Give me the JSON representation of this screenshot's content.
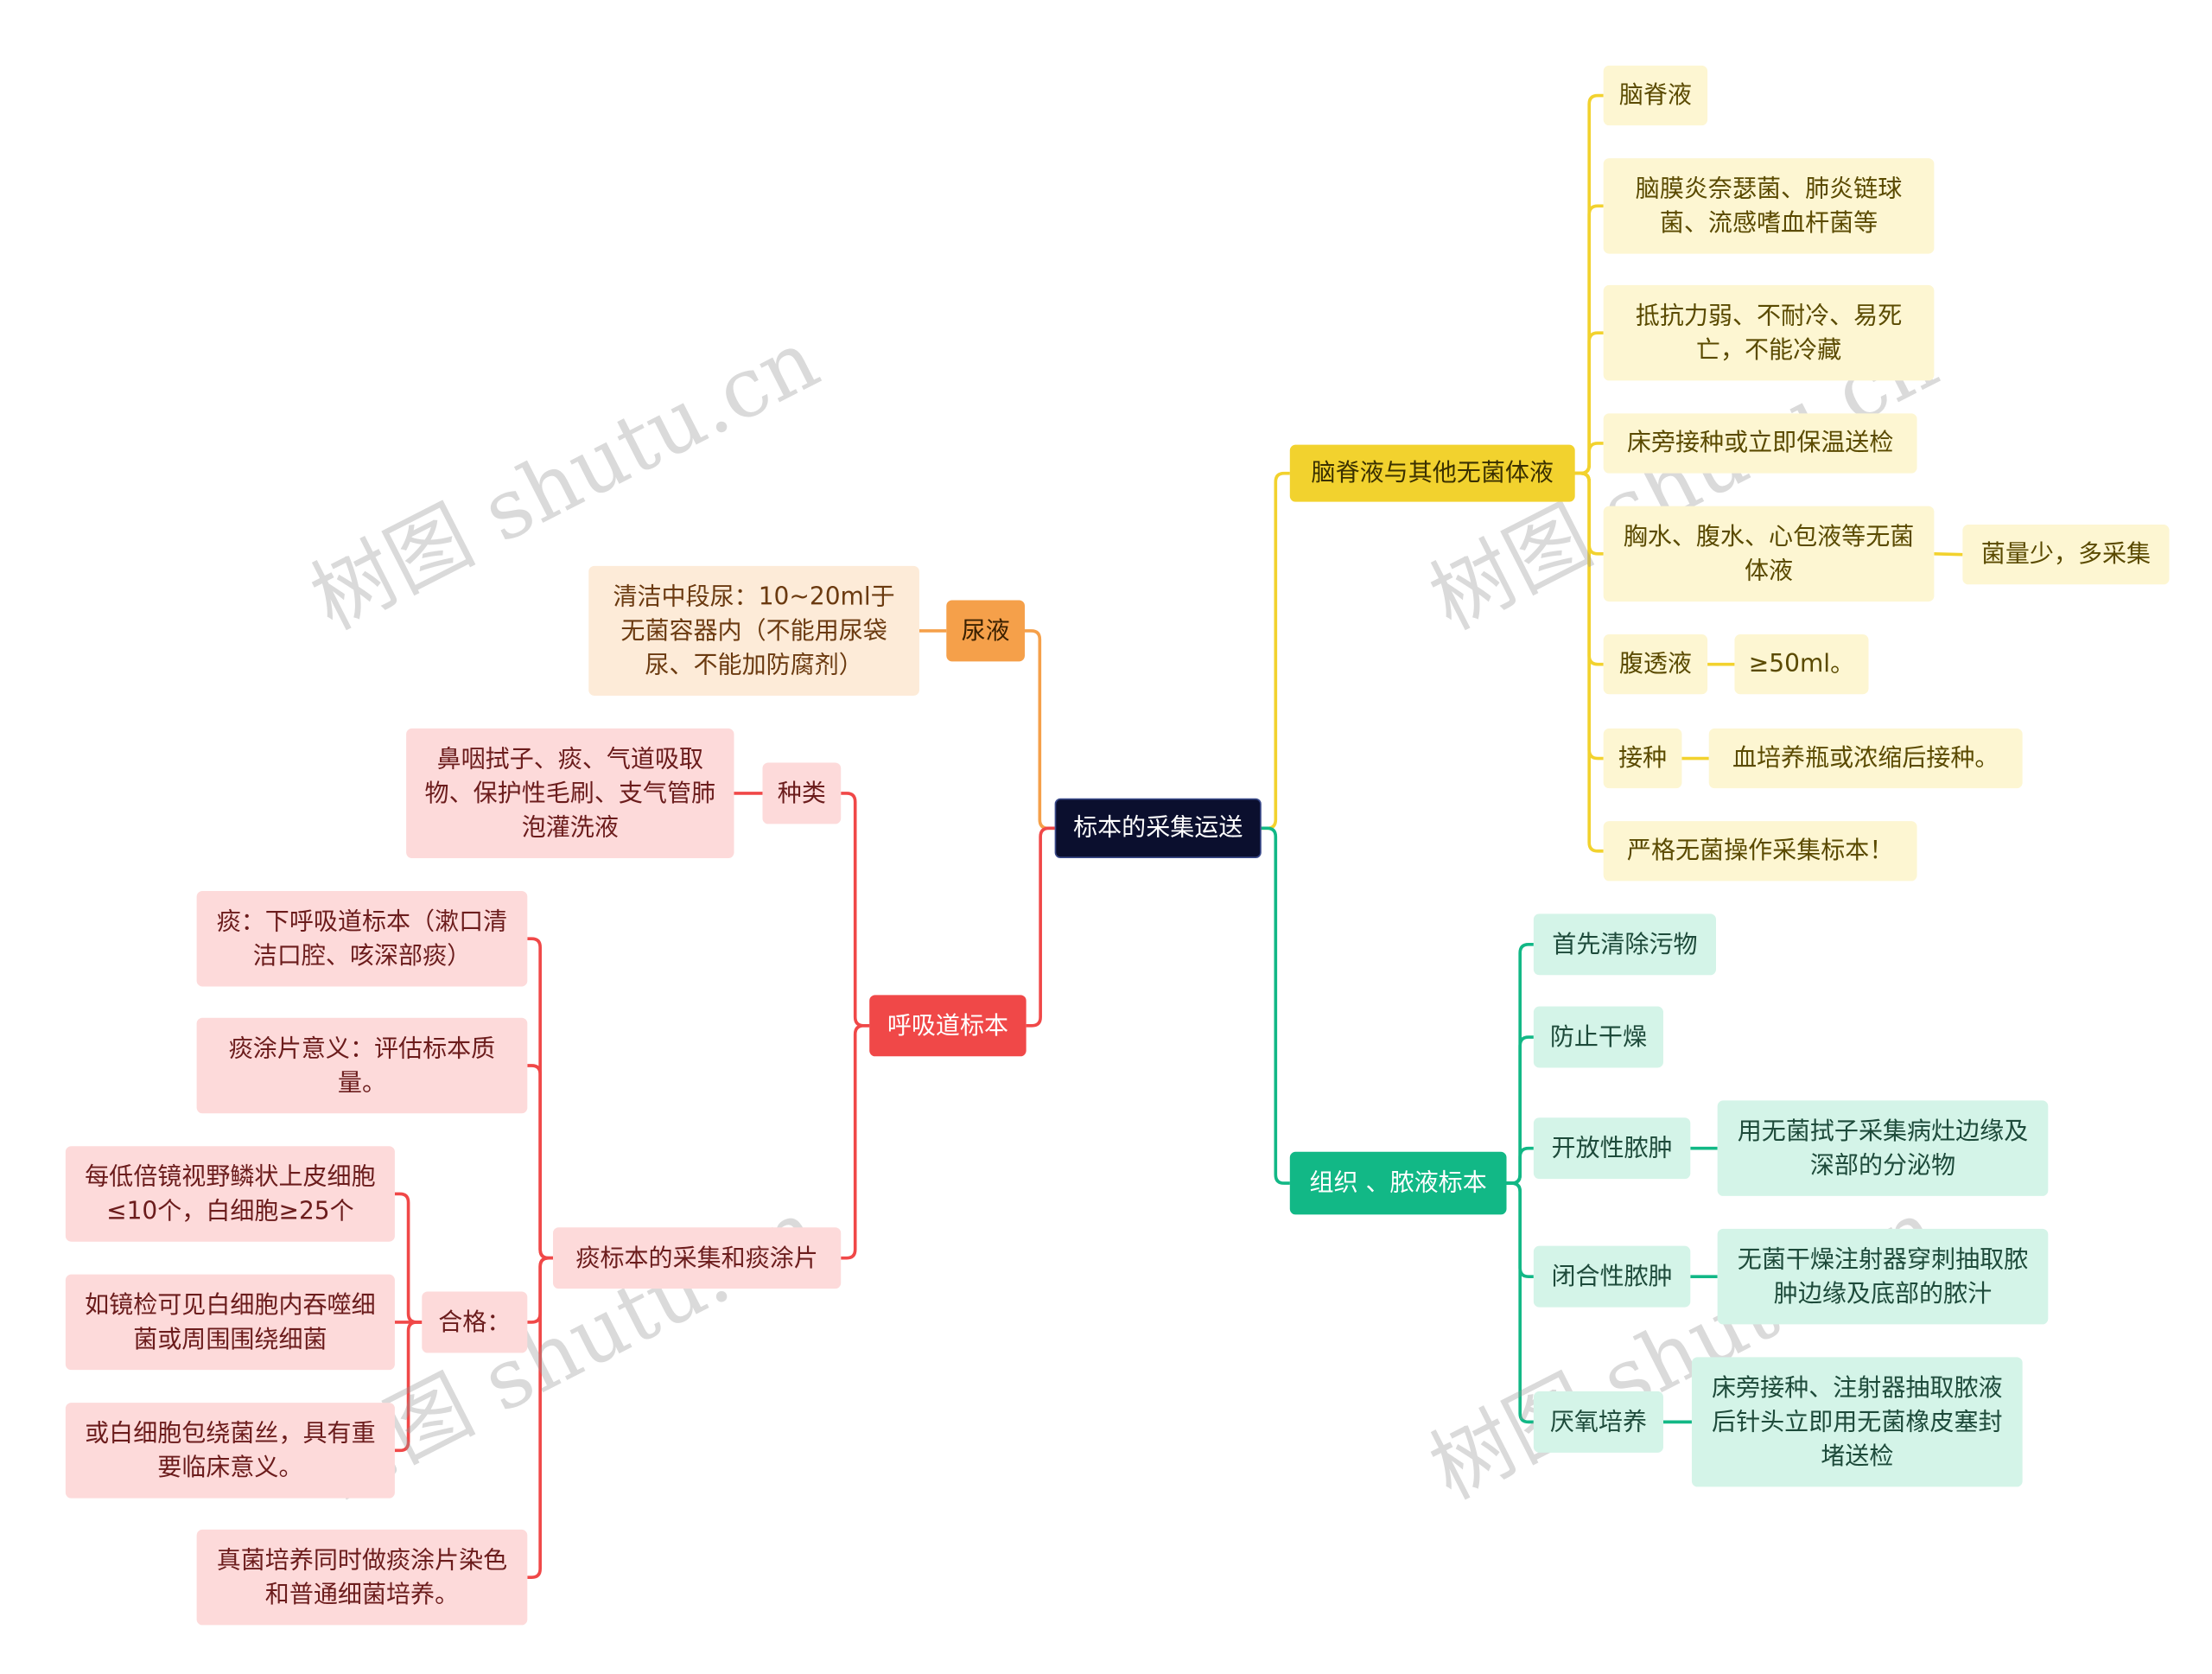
{
  "colors": {
    "root": "#0b0f2e",
    "yellow": "#f2d22e",
    "green": "#12b886",
    "orange": "#f5a04a",
    "red": "#f04848"
  },
  "watermark": "树图 shutu.cn",
  "root": "标本的采集运送",
  "csf": {
    "label": "脑脊液与其他无菌体液",
    "items": [
      "脑脊液",
      "脑膜炎奈瑟菌、肺炎链球菌、流感嗜血杆菌等",
      "抵抗力弱、不耐冷、易死亡，不能冷藏",
      "床旁接种或立即保温送检",
      "胸水、腹水、心包液等无菌体液",
      "菌量少，多采集",
      "腹透液",
      "≥50ml。",
      "接种",
      "血培养瓶或浓缩后接种。",
      "严格无菌操作采集标本！"
    ]
  },
  "tissue": {
    "label": "组织 、脓液标本",
    "items": [
      "首先清除污物",
      "防止干燥",
      "开放性脓肿",
      "用无菌拭子采集病灶边缘及深部的分泌物",
      "闭合性脓肿",
      "无菌干燥注射器穿刺抽取脓肿边缘及底部的脓汁",
      "厌氧培养",
      "床旁接种、注射器抽取脓液后针头立即用无菌橡皮塞封堵送检"
    ]
  },
  "urine": {
    "label": "尿液",
    "detail": "清洁中段尿：10~20ml于无菌容器内（不能用尿袋尿、不能加防腐剂）"
  },
  "resp": {
    "label": "呼吸道标本",
    "types_label": "种类",
    "types": "鼻咽拭子、痰、气道吸取物、保护性毛刷、支气管肺泡灌洗液",
    "sputum_label": "痰标本的采集和痰涂片",
    "sputum": [
      "痰：下呼吸道标本（漱口清洁口腔、咳深部痰）",
      "痰涂片意义：评估标本质量。",
      "合格：",
      "真菌培养同时做痰涂片染色和普通细菌培养。"
    ],
    "qualified": [
      "每低倍镜视野鳞状上皮细胞≤10个，白细胞≥25个",
      "如镜检可见白细胞内吞噬细菌或周围围绕细菌",
      "或白细胞包绕菌丝，具有重要临床意义。"
    ]
  }
}
